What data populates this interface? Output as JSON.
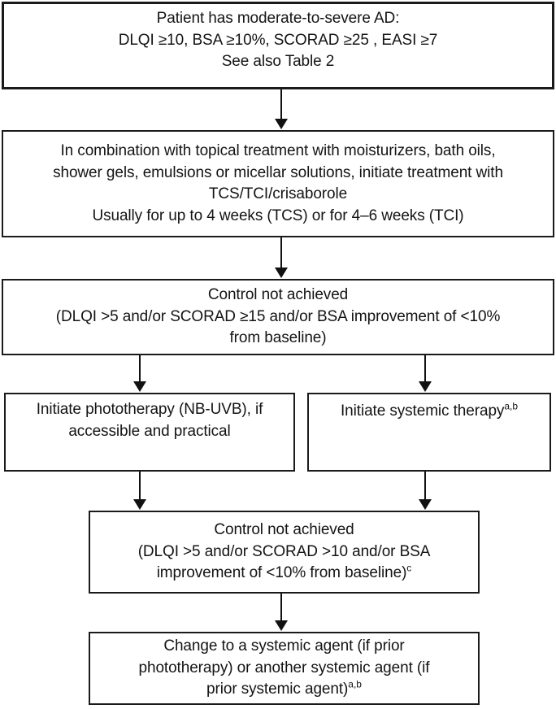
{
  "diagram": {
    "type": "flowchart",
    "subject": "Moderate-to-severe atopic dermatitis treatment algorithm",
    "colors": {
      "background": "#ffffff",
      "border": "#1a1a1a",
      "text": "#141414",
      "arrow": "#111111"
    },
    "nodes": {
      "box1": {
        "lines": [
          "Patient has moderate-to-severe AD:",
          "DLQI ≥10, BSA ≥10%, SCORAD ≥25 , EASI ≥7",
          "See also Table 2"
        ]
      },
      "box2": {
        "lines": [
          "In combination with topical treatment with moisturizers, bath oils,",
          "shower gels, emulsions or micellar solutions, initiate treatment with",
          "TCS/TCI/crisaborole",
          "Usually for up to 4 weeks (TCS) or for 4–6 weeks (TCI)"
        ]
      },
      "box3": {
        "lines": [
          "Control not achieved",
          "(DLQI >5 and/or SCORAD ≥15 and/or BSA improvement of <10%",
          "from baseline)"
        ]
      },
      "box4": {
        "lines": [
          "Initiate phototherapy (NB-UVB), if",
          "accessible and practical"
        ]
      },
      "box5": {
        "lines": [
          "Initiate systemic therapy"
        ],
        "sup": "a,b"
      },
      "box6": {
        "lines": [
          "Control not achieved",
          "(DLQI >5 and/or SCORAD >10 and/or BSA",
          "improvement of <10% from baseline)"
        ],
        "sup": "c"
      },
      "box7": {
        "lines": [
          "Change to a systemic agent (if prior",
          "phototherapy) or another systemic agent (if",
          "prior systemic agent)"
        ],
        "sup": "a,b"
      }
    },
    "edges": [
      {
        "from": "box1",
        "to": "box2"
      },
      {
        "from": "box2",
        "to": "box3"
      },
      {
        "from": "box3",
        "to": "box4"
      },
      {
        "from": "box3",
        "to": "box5"
      },
      {
        "from": "box4",
        "to": "box6"
      },
      {
        "from": "box5",
        "to": "box6"
      },
      {
        "from": "box6",
        "to": "box7"
      }
    ]
  }
}
